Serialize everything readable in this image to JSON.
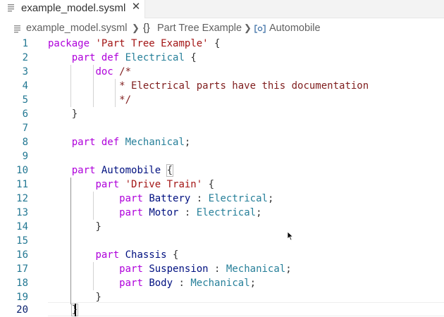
{
  "tab": {
    "file_name": "example_model.sysml",
    "close_glyph": "✕"
  },
  "breadcrumb": {
    "file": "example_model.sysml",
    "package_icon": "{}",
    "package": "Part Tree Example",
    "part": "Automobile"
  },
  "editor": {
    "line_numbers": [
      "1",
      "2",
      "3",
      "4",
      "5",
      "6",
      "7",
      "8",
      "9",
      "10",
      "11",
      "12",
      "13",
      "14",
      "15",
      "16",
      "17",
      "18",
      "19",
      "20"
    ],
    "current_line": "20",
    "code": {
      "l1_kw": "package",
      "l1_str": "'Part Tree Example'",
      "l1_brace": "{",
      "l2_kw1": "part",
      "l2_kw2": "def",
      "l2_name": "Electrical",
      "l2_brace": "{",
      "l3_kw": "doc",
      "l3_open": "/*",
      "l4_text": "* Electrical parts have this documentation",
      "l5_close": "*/",
      "l6_brace": "}",
      "l8_kw1": "part",
      "l8_kw2": "def",
      "l8_name": "Mechanical",
      "l8_semi": ";",
      "l10_kw": "part",
      "l10_name": "Automobile",
      "l10_brace": "{",
      "l11_kw": "part",
      "l11_str": "'Drive Train'",
      "l11_brace": "{",
      "l12_kw": "part",
      "l12_name": "Battery",
      "l12_colon": ":",
      "l12_type": "Electrical",
      "l12_semi": ";",
      "l13_kw": "part",
      "l13_name": "Motor",
      "l13_colon": ":",
      "l13_type": "Electrical",
      "l13_semi": ";",
      "l14_brace": "}",
      "l16_kw": "part",
      "l16_name": "Chassis",
      "l16_brace": "{",
      "l17_kw": "part",
      "l17_name": "Suspension",
      "l17_colon": ":",
      "l17_type": "Mechanical",
      "l17_semi": ";",
      "l18_kw": "part",
      "l18_name": "Body",
      "l18_colon": ":",
      "l18_type": "Mechanical",
      "l18_semi": ";",
      "l19_brace": "}",
      "l20_brace": "}"
    }
  },
  "colors": {
    "keyword": "#af00db",
    "string": "#a31515",
    "type": "#267f99",
    "identifier": "#001080",
    "line_number": "#237893"
  }
}
